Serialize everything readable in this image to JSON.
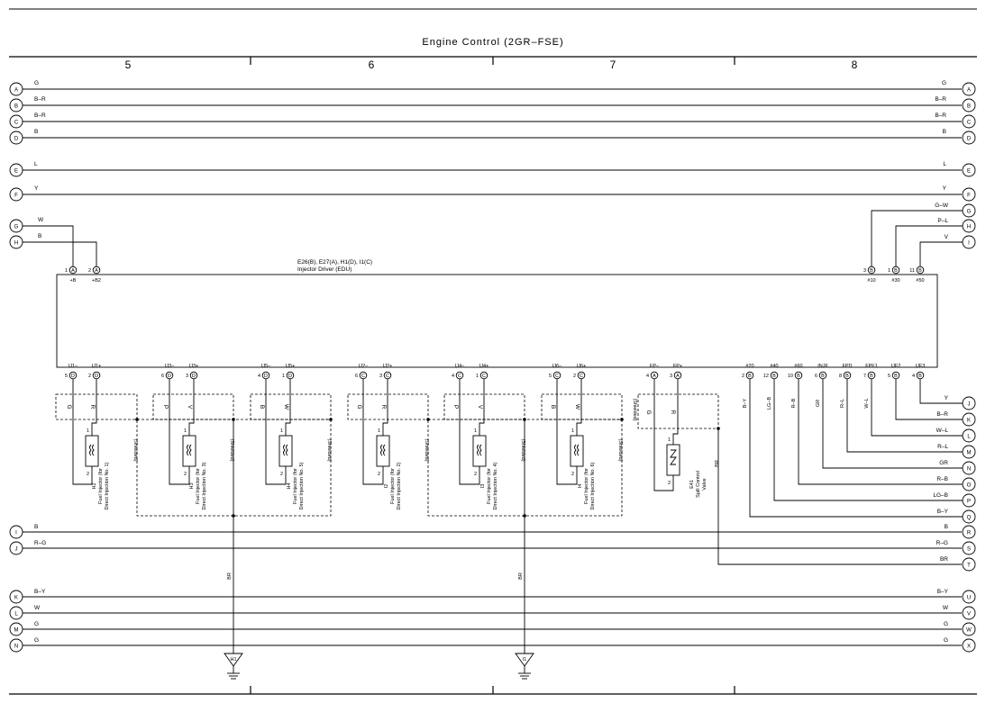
{
  "title": "Engine Control (2GR–FSE)",
  "sections": [
    "5",
    "6",
    "7",
    "8"
  ],
  "bus_rows": [
    {
      "left": "A",
      "right": "A",
      "wire_left": "G",
      "wire_right": "G"
    },
    {
      "left": "B",
      "right": "B",
      "wire_left": "B–R",
      "wire_right": "B–R"
    },
    {
      "left": "C",
      "right": "C",
      "wire_left": "B–R",
      "wire_right": "B–R"
    },
    {
      "left": "D",
      "right": "D",
      "wire_left": "B",
      "wire_right": "B"
    },
    {
      "left": "E",
      "right": "E",
      "wire_left": "L",
      "wire_right": "L"
    },
    {
      "left": "F",
      "right": "F",
      "wire_left": "Y",
      "wire_right": "Y"
    }
  ],
  "left_feeds": [
    {
      "letter": "G",
      "wire": "W"
    },
    {
      "letter": "H",
      "wire": "B"
    }
  ],
  "right_feeds": [
    {
      "letter": "G",
      "wire": "G–W"
    },
    {
      "letter": "H",
      "wire": "P–L"
    },
    {
      "letter": "I",
      "wire": "V"
    }
  ],
  "edu": {
    "connectors": "E26(B), E27(A), H1(D), I1(C)",
    "name": "Injector Driver (EDU)",
    "top_pins": [
      {
        "num": "1",
        "conn": "A",
        "label": "+B"
      },
      {
        "num": "2",
        "conn": "A",
        "label": "+B2"
      },
      {
        "num": "3",
        "conn": "B",
        "label": "#10"
      },
      {
        "num": "1",
        "conn": "B",
        "label": "#30"
      },
      {
        "num": "11",
        "conn": "B",
        "label": "#50"
      }
    ],
    "bottom_pins": [
      {
        "label": "IJ1–",
        "num": "5",
        "conn": "D"
      },
      {
        "label": "IJ1+",
        "num": "2",
        "conn": "D"
      },
      {
        "label": "IJ3–",
        "num": "6",
        "conn": "D"
      },
      {
        "label": "IJ3+",
        "num": "3",
        "conn": "D"
      },
      {
        "label": "IJ5–",
        "num": "4",
        "conn": "D"
      },
      {
        "label": "IJ5+",
        "num": "1",
        "conn": "D"
      },
      {
        "label": "IJ2–",
        "num": "6",
        "conn": "C"
      },
      {
        "label": "IJ2+",
        "num": "3",
        "conn": "C"
      },
      {
        "label": "IJ4–",
        "num": "4",
        "conn": "C"
      },
      {
        "label": "IJ4+",
        "num": "1",
        "conn": "C"
      },
      {
        "label": "IJ6–",
        "num": "5",
        "conn": "C"
      },
      {
        "label": "IJ6+",
        "num": "2",
        "conn": "C"
      },
      {
        "label": "FP–",
        "num": "4",
        "conn": "A"
      },
      {
        "label": "FP+",
        "num": "3",
        "conn": "A"
      },
      {
        "label": "#20",
        "num": "2",
        "conn": "B"
      },
      {
        "label": "#40",
        "num": "12",
        "conn": "B"
      },
      {
        "label": "#60",
        "num": "10",
        "conn": "B"
      },
      {
        "label": "INJF",
        "num": "6",
        "conn": "B"
      },
      {
        "label": "FPD",
        "num": "8",
        "conn": "B"
      },
      {
        "label": "FPF1",
        "num": "7",
        "conn": "B"
      },
      {
        "label": "IJF2",
        "num": "5",
        "conn": "B"
      },
      {
        "label": "IJF3",
        "num": "4",
        "conn": "B"
      }
    ]
  },
  "injectors": [
    {
      "id": "H2",
      "line1": "Fuel Injector (for",
      "line2": "Direct Injection No. 1)",
      "wire_a": "G",
      "wire_b": "R"
    },
    {
      "id": "H3",
      "line1": "Fuel Injector (for",
      "line2": "Direct Injection No. 3)",
      "wire_a": "P",
      "wire_b": "V"
    },
    {
      "id": "H4",
      "line1": "Fuel Injector (for",
      "line2": "Direct Injection No. 5)",
      "wire_a": "B",
      "wire_b": "W"
    },
    {
      "id": "I2",
      "line1": "Fuel Injector (for",
      "line2": "Direct Injection No. 2)",
      "wire_a": "G",
      "wire_b": "R"
    },
    {
      "id": "I3",
      "line1": "Fuel Injector (for",
      "line2": "Direct Injection No. 4)",
      "wire_a": "P",
      "wire_b": "V"
    },
    {
      "id": "I4",
      "line1": "Fuel Injector (for",
      "line2": "Direct Injection No. 6)",
      "wire_a": "B",
      "wire_b": "W"
    }
  ],
  "shielded": "(Shielded)",
  "pin1": "1",
  "pin2": "2",
  "spill_valve": {
    "id": "E41",
    "line1": "Spill Control",
    "line2": "Valve",
    "wire_a": "G",
    "wire_b": "R",
    "wire_out": "BR"
  },
  "signal_wires": [
    "B–Y",
    "LG–B",
    "R–B",
    "GR",
    "R–L",
    "W–L"
  ],
  "right_outputs": [
    {
      "letter": "J",
      "wire": "Y"
    },
    {
      "letter": "K",
      "wire": "B–R"
    },
    {
      "letter": "L",
      "wire": "W–L"
    },
    {
      "letter": "M",
      "wire": "R–L"
    },
    {
      "letter": "N",
      "wire": "GR"
    },
    {
      "letter": "O",
      "wire": "R–B"
    },
    {
      "letter": "P",
      "wire": "LG–B"
    },
    {
      "letter": "Q",
      "wire": "B–Y"
    }
  ],
  "lower_rows": [
    {
      "left": "I",
      "right": "R",
      "wire_left": "B",
      "wire_right": "B"
    },
    {
      "left": "J",
      "right": "S",
      "wire_left": "R–G",
      "wire_right": "R–G"
    },
    {
      "left": "",
      "right": "T",
      "wire_left": "",
      "wire_right": "BR"
    }
  ],
  "bottom_rows": [
    {
      "left": "K",
      "right": "U",
      "wire_left": "B–Y",
      "wire_right": "B–Y"
    },
    {
      "left": "L",
      "right": "V",
      "wire_left": "W",
      "wire_right": "W"
    },
    {
      "left": "M",
      "right": "W",
      "wire_left": "G",
      "wire_right": "G"
    },
    {
      "left": "N",
      "right": "X",
      "wire_left": "G",
      "wire_right": "G"
    }
  ],
  "grounds": [
    {
      "id": "H1",
      "wire": "BR"
    },
    {
      "id": "I1",
      "wire": "BR"
    }
  ]
}
